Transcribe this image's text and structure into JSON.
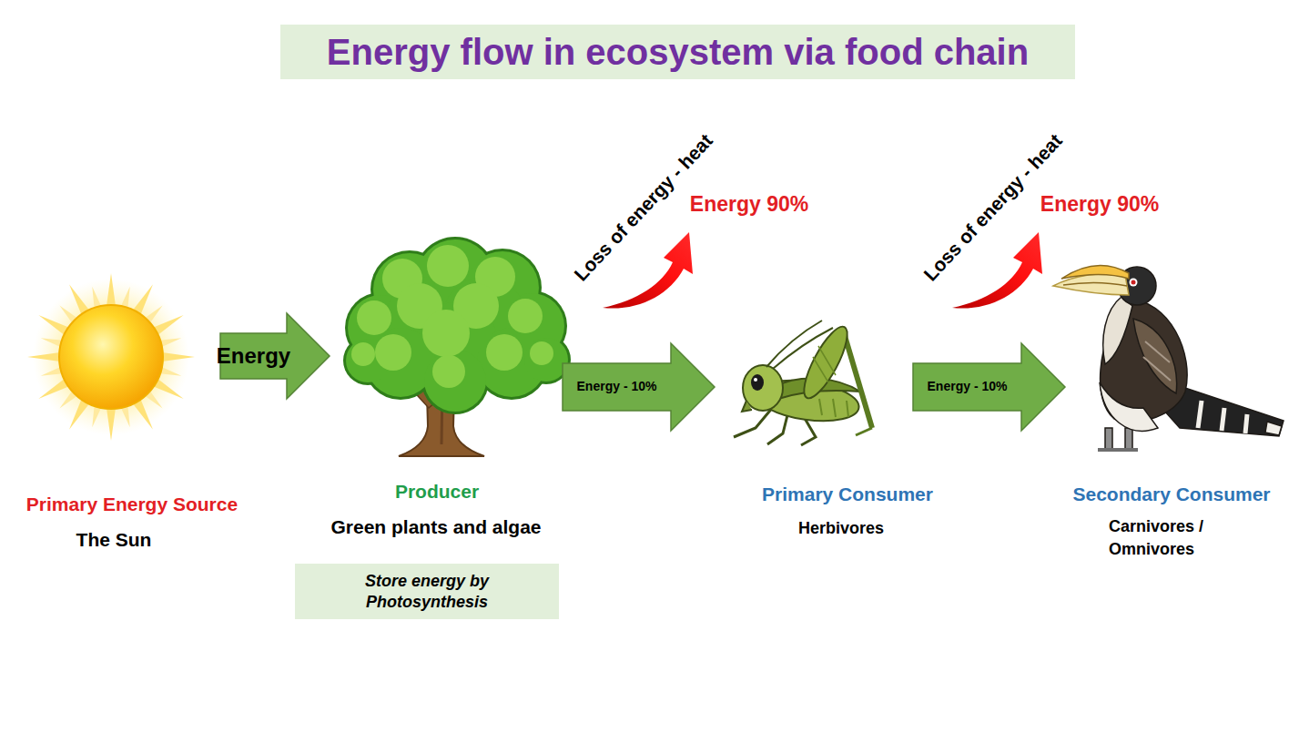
{
  "diagram": {
    "title": "Energy flow in ecosystem via food chain",
    "nodes": [
      {
        "text": [
          "Primary Energy Source",
          "The Sun"
        ]
      },
      {
        "text": [
          "Producer",
          "Green plants and algae"
        ]
      },
      {
        "text": [
          "Store energy by Photosynthesis"
        ]
      },
      {
        "text": [
          "Primary Consumer",
          "Herbivores"
        ]
      },
      {
        "text": [
          "Secondary Consumer",
          "Carnivores / Omnivores"
        ]
      }
    ],
    "edges": [
      {
        "from": 0,
        "to": 1,
        "label": "Energy",
        "arrow": "to"
      },
      {
        "from": 1,
        "to": 3,
        "label": "Energy - 10%",
        "arrow": "to"
      },
      {
        "from": 3,
        "to": 4,
        "label": "Energy - 10%",
        "arrow": "to"
      }
    ],
    "labels": [
      "Loss of energy - heat",
      "Energy 90%",
      "Loss of energy - heat",
      "Energy 90%"
    ]
  }
}
